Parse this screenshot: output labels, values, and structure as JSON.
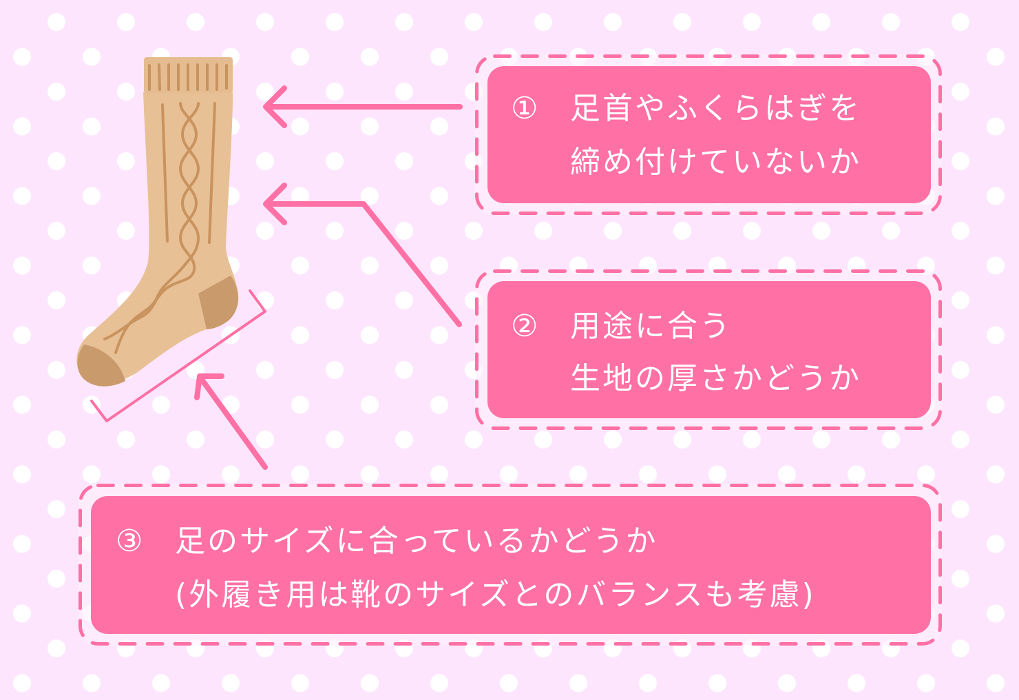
{
  "theme": {
    "background": "#fde6fd",
    "dot_color": "#ffffff",
    "accent": "#ff70a4",
    "text_color": "#ffffff",
    "sock_body": "#e8c096",
    "sock_dark": "#c99a6c",
    "sock_line": "#c9935e"
  },
  "illustration": {
    "subject": "sock-icon"
  },
  "checkpoints": [
    {
      "number": "①",
      "lines": [
        "足首やふくらはぎを",
        "締め付けていないか"
      ]
    },
    {
      "number": "②",
      "lines": [
        "用途に合う",
        "生地の厚さかどうか"
      ]
    },
    {
      "number": "③",
      "lines": [
        "足のサイズに合っているかどうか",
        "(外履き用は靴のサイズとのバランスも考慮)"
      ]
    }
  ]
}
